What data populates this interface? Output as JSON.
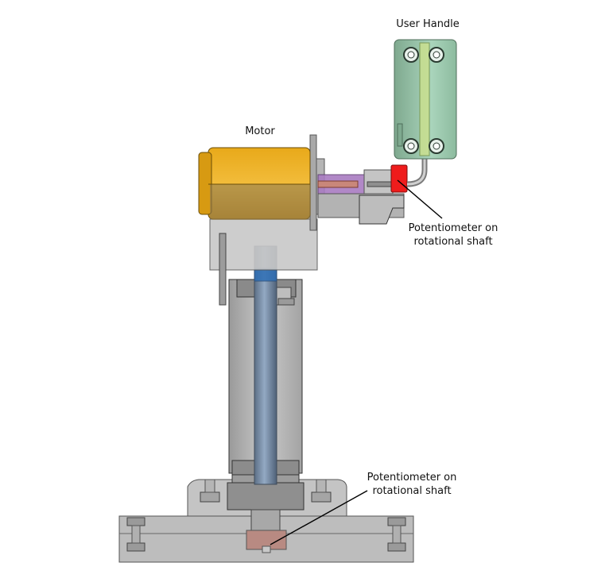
{
  "labels": {
    "user_handle": "User Handle",
    "motor": "Motor",
    "pot_top_line1": "Potentiometer on",
    "pot_top_line2": "rotational shaft",
    "pot_bottom_line1": "Potentiometer on",
    "pot_bottom_line2": "rotational shaft"
  },
  "colors": {
    "motor": "#e3a51c",
    "handle": "#9fcfb2",
    "potentiometer_top": "#ef1c1c",
    "potentiometer_bottom": "#b88a82",
    "shaft": "#5f86b8",
    "coupler": "#a97cc2",
    "housing": "#b9b9b9"
  }
}
